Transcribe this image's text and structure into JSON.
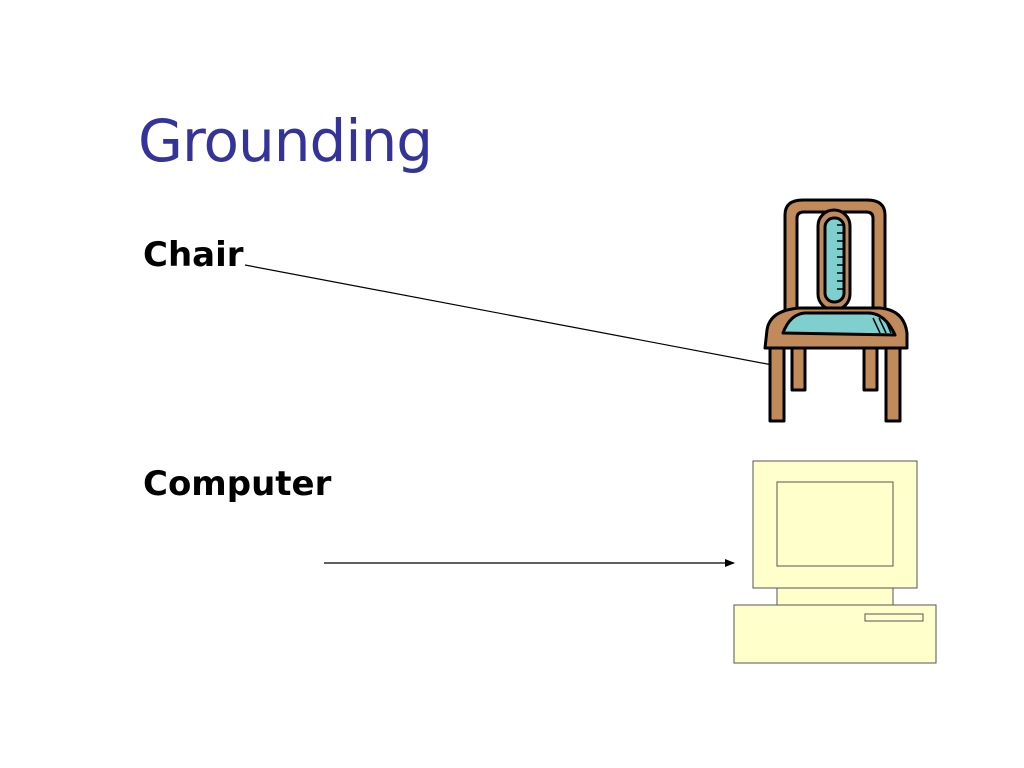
{
  "slide": {
    "title": "Grounding",
    "terms": [
      {
        "label": "Chair",
        "icon": "chair-icon"
      },
      {
        "label": "Computer",
        "icon": "computer-icon"
      }
    ]
  },
  "colors": {
    "title": "#333399",
    "chair_wood": "#c08a5a",
    "chair_seat": "#7fcfcf",
    "computer_body": "#ffffcc",
    "arrow": "#000000"
  }
}
